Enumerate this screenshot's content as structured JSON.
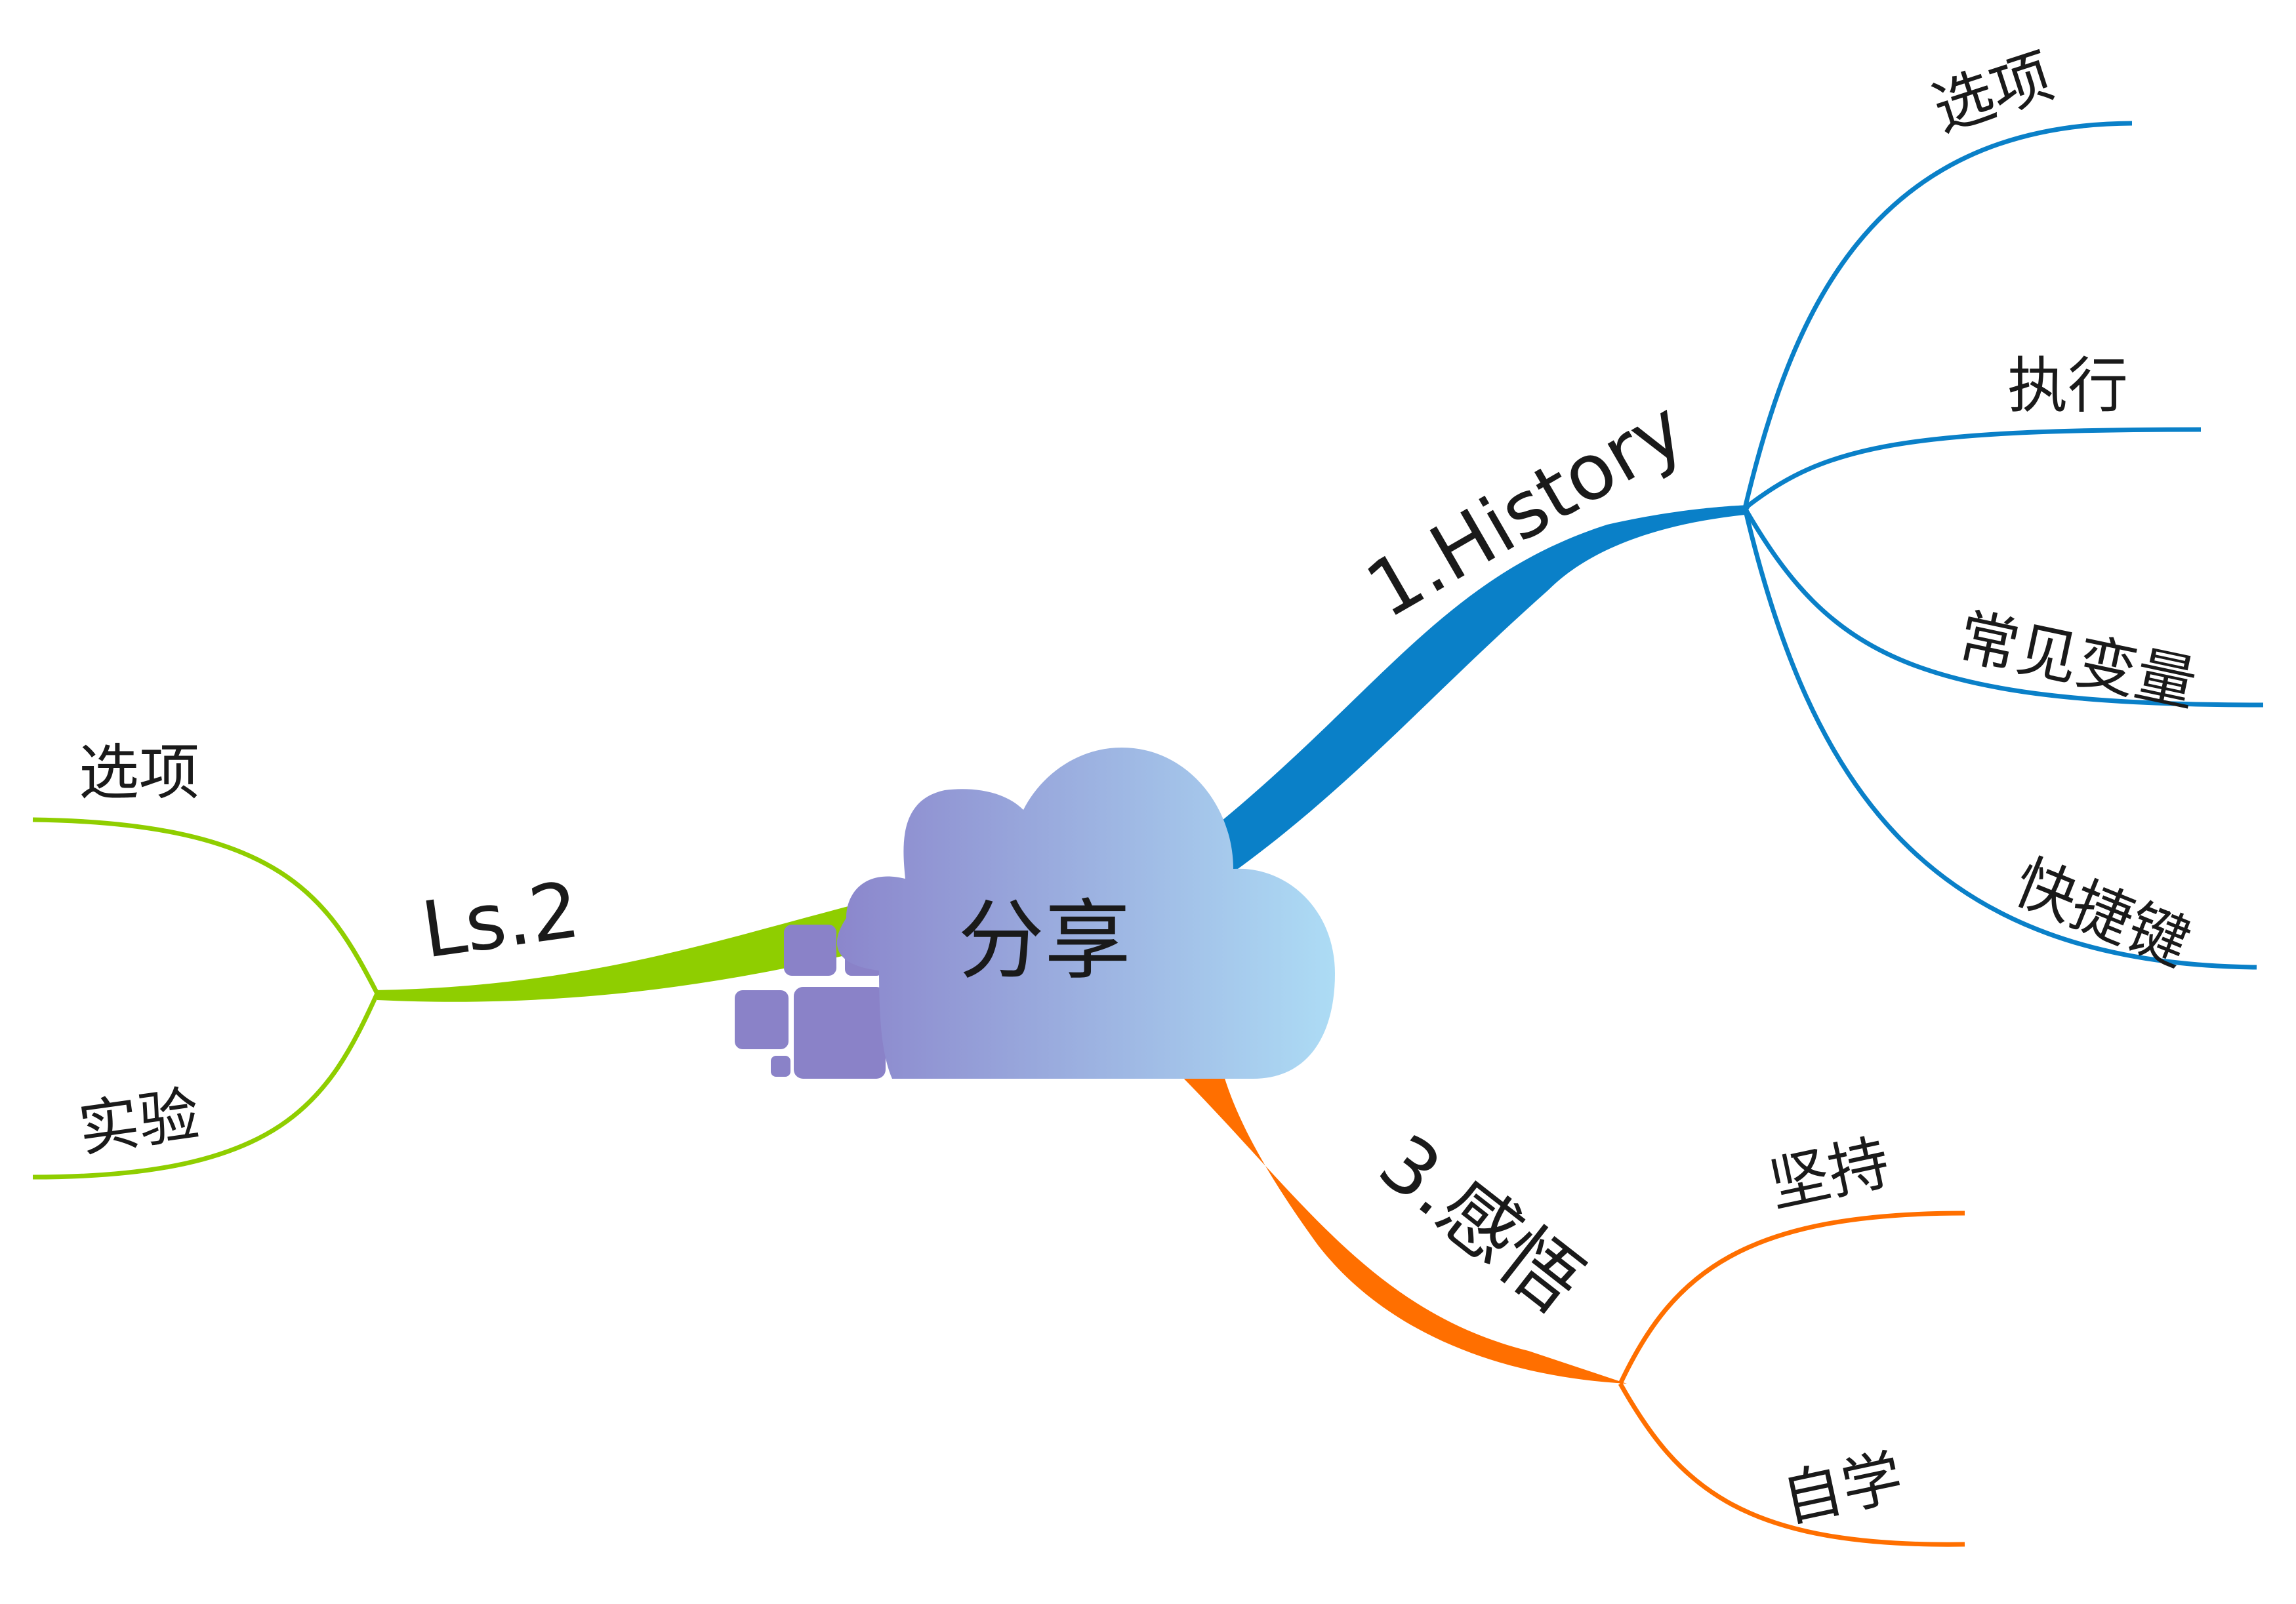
{
  "colors": {
    "history": "#0a80c8",
    "ls2": "#8fce00",
    "insight": "#ff6f00",
    "cloud_start": "#8b86cc",
    "cloud_end": "#a9d8f3",
    "blocks": "#8a82c8"
  },
  "central": {
    "label": "分享",
    "icon": "cloud-icon"
  },
  "branches": {
    "history": {
      "label": "1.History",
      "children": [
        "选项",
        "执行",
        "常见变量",
        "快捷键"
      ]
    },
    "ls2": {
      "label": "Ls.2",
      "children": [
        "选项",
        "实验"
      ]
    },
    "insight": {
      "label": "3.感悟",
      "children": [
        "坚持",
        "自学"
      ]
    }
  }
}
